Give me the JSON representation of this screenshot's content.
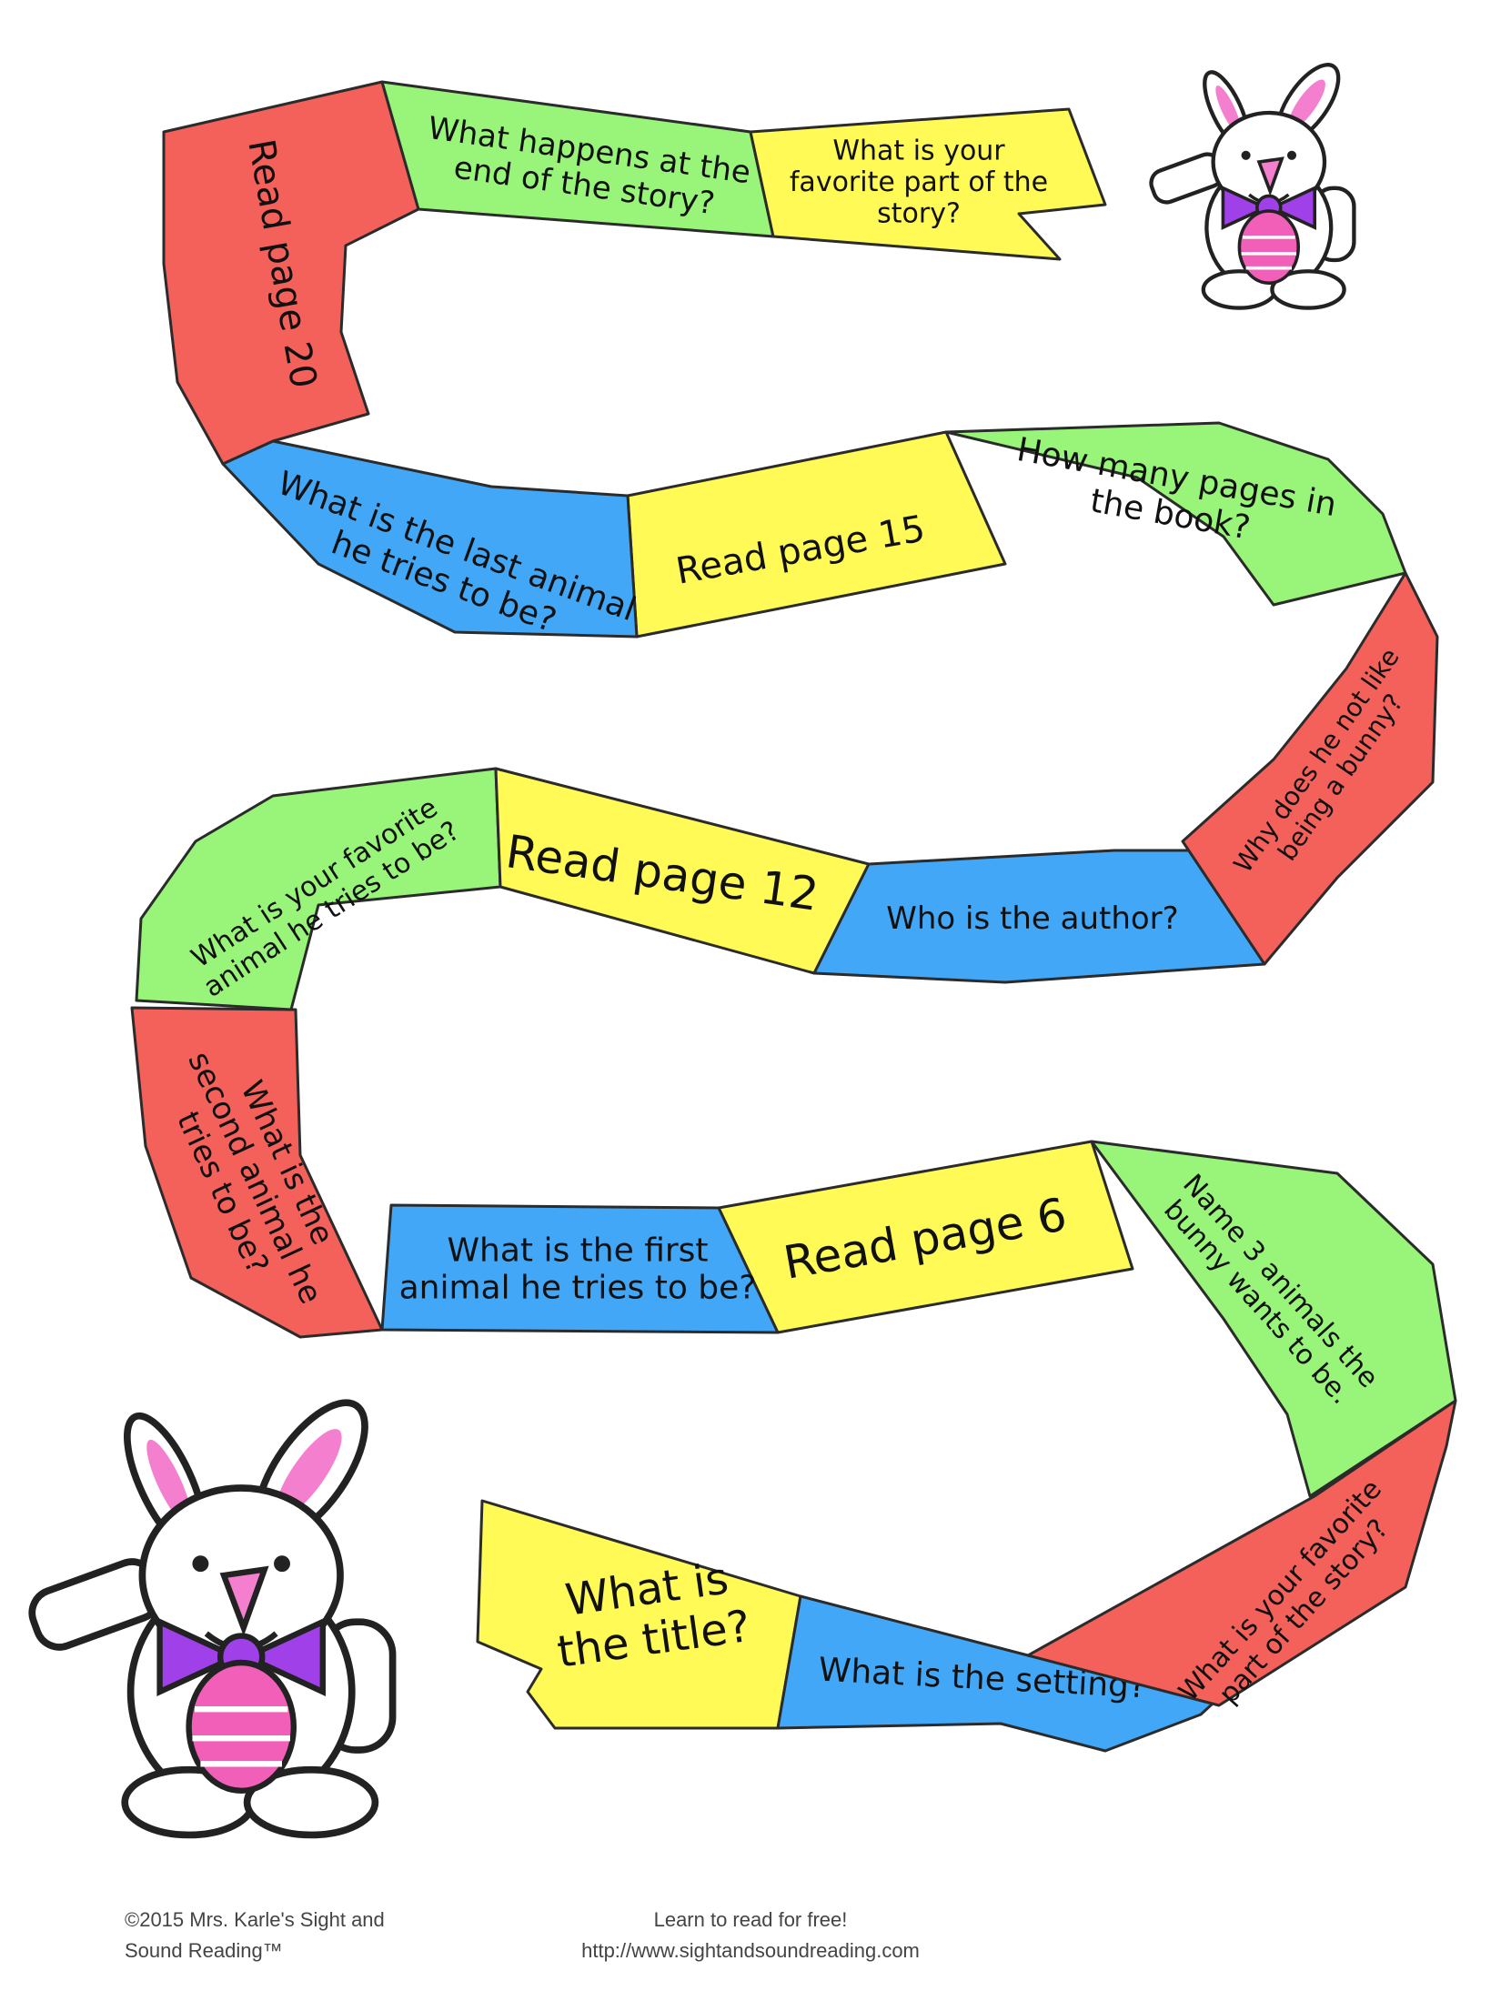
{
  "board": {
    "colors": {
      "red": "#f4605a",
      "green": "#99f57a",
      "blue": "#42a7f7",
      "yellow": "#fffa55",
      "outline": "#2b2b2b"
    },
    "squares": [
      {
        "color": "yellow",
        "lines": [
          "What is",
          "the title?"
        ]
      },
      {
        "color": "blue",
        "lines": [
          "What is the setting?"
        ]
      },
      {
        "color": "red",
        "lines": [
          "What is your favorite",
          "part of the story?"
        ]
      },
      {
        "color": "green",
        "lines": [
          "Name 3 animals the",
          "bunny wants to be."
        ]
      },
      {
        "color": "yellow",
        "lines": [
          "Read page 6"
        ]
      },
      {
        "color": "blue",
        "lines": [
          "What is the first",
          "animal he tries to be?"
        ]
      },
      {
        "color": "red",
        "lines": [
          "What is the",
          "second animal he",
          "tries to be?"
        ]
      },
      {
        "color": "green",
        "lines": [
          "What is your favorite",
          "animal he tries to be?"
        ]
      },
      {
        "color": "yellow",
        "lines": [
          "Read page 12"
        ]
      },
      {
        "color": "blue",
        "lines": [
          "Who is the author?"
        ]
      },
      {
        "color": "red",
        "lines": [
          "Why does he not like",
          "being a bunny?"
        ]
      },
      {
        "color": "green",
        "lines": [
          "How many pages in",
          "the book?"
        ]
      },
      {
        "color": "yellow",
        "lines": [
          "Read page 15"
        ]
      },
      {
        "color": "blue",
        "lines": [
          "What is the last animal",
          "he tries to be?"
        ]
      },
      {
        "color": "red",
        "lines": [
          "Read page 20"
        ]
      },
      {
        "color": "green",
        "lines": [
          "What happens at the",
          "end of the story?"
        ]
      },
      {
        "color": "yellow",
        "lines": [
          "What is your",
          "favorite part of the",
          "story?"
        ]
      }
    ]
  },
  "bunny": {
    "fur": "#ffffff",
    "ear_inner": "#f57fcf",
    "egg": "#f25fb8",
    "bow": "#a040e8",
    "nose": "#f57fcf"
  },
  "footer": {
    "copyright_line1": "©2015 Mrs. Karle's Sight and",
    "copyright_line2": "Sound Reading™",
    "tagline": "Learn to read for free!",
    "url": "http://www.sightandsoundreading.com"
  }
}
